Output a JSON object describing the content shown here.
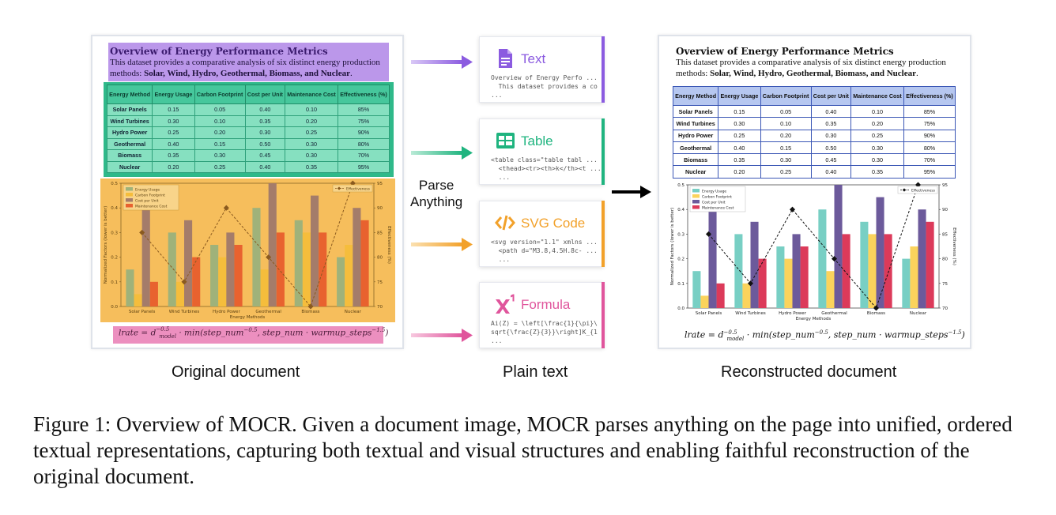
{
  "document": {
    "title": "Overview of Energy Performance Metrics",
    "desc_intro": "This dataset provides a comparative analysis of six distinct energy production methods: ",
    "desc_bold": "Solar, Wind, Hydro, Geothermal, Biomass, and Nuclear",
    "desc_end": ".",
    "table": {
      "headers": [
        "Energy Method",
        "Energy Usage",
        "Carbon Footprint",
        "Cost per Unit",
        "Maintenance Cost",
        "Effectiveness (%)"
      ],
      "rows": [
        [
          "Solar Panels",
          "0.15",
          "0.05",
          "0.40",
          "0.10",
          "85%"
        ],
        [
          "Wind Turbines",
          "0.30",
          "0.10",
          "0.35",
          "0.20",
          "75%"
        ],
        [
          "Hydro Power",
          "0.25",
          "0.20",
          "0.30",
          "0.25",
          "90%"
        ],
        [
          "Geothermal",
          "0.40",
          "0.15",
          "0.50",
          "0.30",
          "80%"
        ],
        [
          "Biomass",
          "0.35",
          "0.30",
          "0.45",
          "0.30",
          "70%"
        ],
        [
          "Nuclear",
          "0.20",
          "0.25",
          "0.40",
          "0.35",
          "95%"
        ]
      ]
    },
    "formula": {
      "lhs": "lrate",
      "d": "d",
      "d_sup": "−0.5",
      "d_sub": "model",
      "mid": " · min(step_num",
      "s1_sup": "−0.5",
      "mid2": ", step_num · warmup_steps",
      "s2_sup": "−1.5",
      "end": ")"
    }
  },
  "chart_data": [
    {
      "type": "bar",
      "categories": [
        "Solar Panels",
        "Wind Turbines",
        "Hydro Power",
        "Geothermal",
        "Biomass",
        "Nuclear"
      ],
      "series": [
        {
          "name": "Energy Usage",
          "values": [
            0.15,
            0.3,
            0.25,
            0.4,
            0.35,
            0.2
          ]
        },
        {
          "name": "Carbon Footprint",
          "values": [
            0.05,
            0.1,
            0.2,
            0.15,
            0.3,
            0.25
          ]
        },
        {
          "name": "Cost per Unit",
          "values": [
            0.4,
            0.35,
            0.3,
            0.5,
            0.45,
            0.4
          ]
        },
        {
          "name": "Maintenance Cost",
          "values": [
            0.1,
            0.2,
            0.25,
            0.3,
            0.3,
            0.35
          ]
        }
      ],
      "line_series": {
        "name": "Effectiveness",
        "values": [
          85,
          75,
          90,
          80,
          70,
          95
        ],
        "axis": "right"
      },
      "xlabel": "Energy Methods",
      "ylabel": "Normalized Factors (lower is better)",
      "ylabel_right": "Effectiveness (%)",
      "ylim": [
        0,
        0.5
      ],
      "ylim_right": [
        70,
        95
      ],
      "yticks": [
        "0.0",
        "0.1",
        "0.2",
        "0.3",
        "0.4",
        "0.5"
      ],
      "yticks_right": [
        "70",
        "75",
        "80",
        "85",
        "90",
        "95"
      ],
      "legend": "top-left",
      "legend_right": "top-right",
      "grid": false
    },
    {
      "type": "bar",
      "categories": [
        "Solar Panels",
        "Wind Turbines",
        "Hydro Power",
        "Geothermal",
        "Biomass",
        "Nuclear"
      ],
      "series": [
        {
          "name": "Energy Usage",
          "values": [
            0.15,
            0.3,
            0.25,
            0.4,
            0.35,
            0.2
          ]
        },
        {
          "name": "Carbon Footprint",
          "values": [
            0.05,
            0.1,
            0.2,
            0.15,
            0.3,
            0.25
          ]
        },
        {
          "name": "Cost per Unit",
          "values": [
            0.4,
            0.35,
            0.3,
            0.5,
            0.45,
            0.4
          ]
        },
        {
          "name": "Maintenance Cost",
          "values": [
            0.1,
            0.2,
            0.25,
            0.3,
            0.3,
            0.35
          ]
        }
      ],
      "line_series": {
        "name": "Effectiveness",
        "values": [
          85,
          75,
          90,
          80,
          70,
          95
        ],
        "axis": "right"
      },
      "xlabel": "Energy Methods",
      "ylabel": "Normalized Factors (lower is better)",
      "ylabel_right": "Effectiveness (%)",
      "ylim": [
        0,
        0.5
      ],
      "ylim_right": [
        70,
        95
      ],
      "yticks": [
        "0.0",
        "0.1",
        "0.2",
        "0.3",
        "0.4",
        "0.5"
      ],
      "yticks_right": [
        "70",
        "75",
        "80",
        "85",
        "90",
        "95"
      ],
      "legend": "top-left",
      "legend_right": "top-right",
      "grid": false
    }
  ],
  "colors": {
    "original_bars": [
      "#9fb27a",
      "#f5bd3c",
      "#a47c6a",
      "#e8622f"
    ],
    "reconstructed_bars": [
      "#78cfc4",
      "#fbd35c",
      "#6c5a9b",
      "#dc3a5a"
    ],
    "text_accent": "#8b5be0",
    "table_accent": "#1fb47f",
    "svg_accent": "#f2a12a",
    "formula_accent": "#e0559c"
  },
  "cards": [
    {
      "title": "Text",
      "icon": "document-icon",
      "code": "Overview of Energy Perfo ...\n  This dataset provides a co\n..."
    },
    {
      "title": "Table",
      "icon": "table-icon",
      "code": "<table class=\"table tabl ...\n  <thead><tr><th>k</th><t ...\n  ..."
    },
    {
      "title": "SVG Code",
      "icon": "code-icon",
      "code": "<svg version=\"1.1\" xmlns ...\n  <path d=\"M3.8,4.5H.8c- ...\n  ..."
    },
    {
      "title": "Formula",
      "icon": "superscript-icon",
      "code": "Ai(Z) = \\left[\\frac{1}{\\pi}\\\nsqrt{\\frac{Z}{3}}\\right]K_{1\n..."
    }
  ],
  "parse_label": [
    "Parse",
    "Anything"
  ],
  "labels": {
    "original": "Original document",
    "plain": "Plain text",
    "reconstructed": "Reconstructed document"
  },
  "caption": "Figure 1: Overview of MOCR. Given a document image, MOCR parses anything on the page into unified, ordered textual representations, capturing both textual and visual structures and enabling faithful reconstruction of the original document."
}
